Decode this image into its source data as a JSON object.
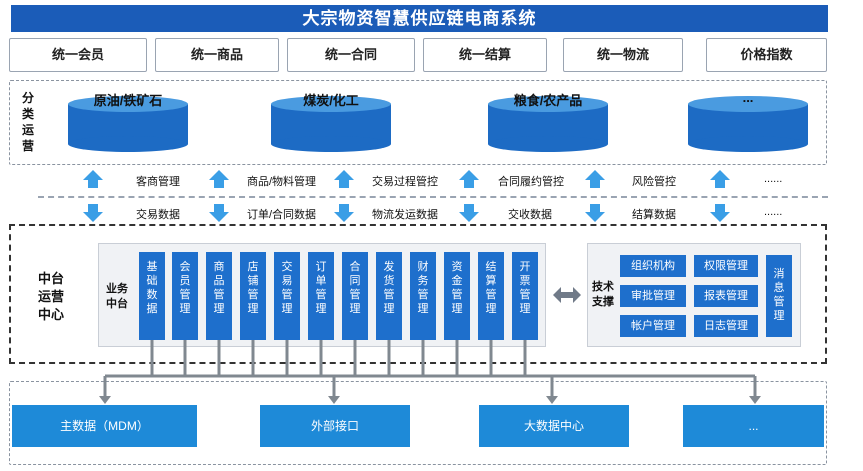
{
  "title": "大宗物资智慧供应链电商系统",
  "unify": [
    "统一会员",
    "统一商品",
    "统一合同",
    "统一结算",
    "统一物流",
    "价格指数"
  ],
  "category_section": {
    "label": "分类运营",
    "items": [
      "原油/铁矿石",
      "煤炭/化工",
      "粮食/农产品",
      "..."
    ]
  },
  "up_labels": [
    "客商管理",
    "商品/物料管理",
    "交易过程管控",
    "合同履约管控",
    "风险管控",
    "......"
  ],
  "down_labels": [
    "交易数据",
    "订单/合同数据",
    "物流发运数据",
    "交收数据",
    "结算数据",
    "......"
  ],
  "middle_section": {
    "label": "中台运营中心",
    "business_label": "业务中台",
    "business_modules": [
      "基础数据",
      "会员管理",
      "商品管理",
      "店铺管理",
      "交易管理",
      "订单管理",
      "合同管理",
      "发货管理",
      "财务管理",
      "资金管理",
      "结算管理",
      "开票管理"
    ],
    "tech_label": "技术支撑",
    "tech_modules": [
      "组织机构",
      "权限管理",
      "审批管理",
      "报表管理",
      "帐户管理",
      "日志管理"
    ],
    "tech_side": "消息管理"
  },
  "bottom": [
    "主数据（MDM）",
    "外部接口",
    "大数据中心",
    "..."
  ],
  "colors": {
    "title_bg": "#1b5cb8",
    "module_blue": "#1e6fcc",
    "cylinder_top": "#4a9be0",
    "cylinder_body": "#1d6bc4",
    "bottom_blue": "#1e8ad8",
    "arrow": "#3a9ee6"
  }
}
